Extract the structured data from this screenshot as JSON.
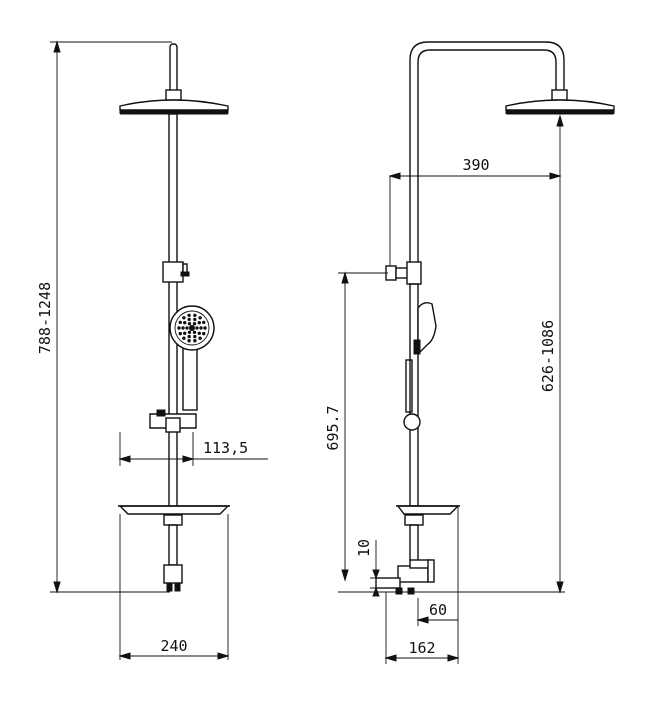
{
  "dimensions": {
    "front_height": "788-1248",
    "handset_offset": "113,5",
    "front_width": "240",
    "side_reach": "390",
    "side_height": "626-1086",
    "side_bracket_height": "695.7",
    "side_outlet": "10",
    "side_valve_depth": "60",
    "side_base_width": "162"
  },
  "colors": {
    "line": "#111111",
    "background": "#ffffff"
  }
}
